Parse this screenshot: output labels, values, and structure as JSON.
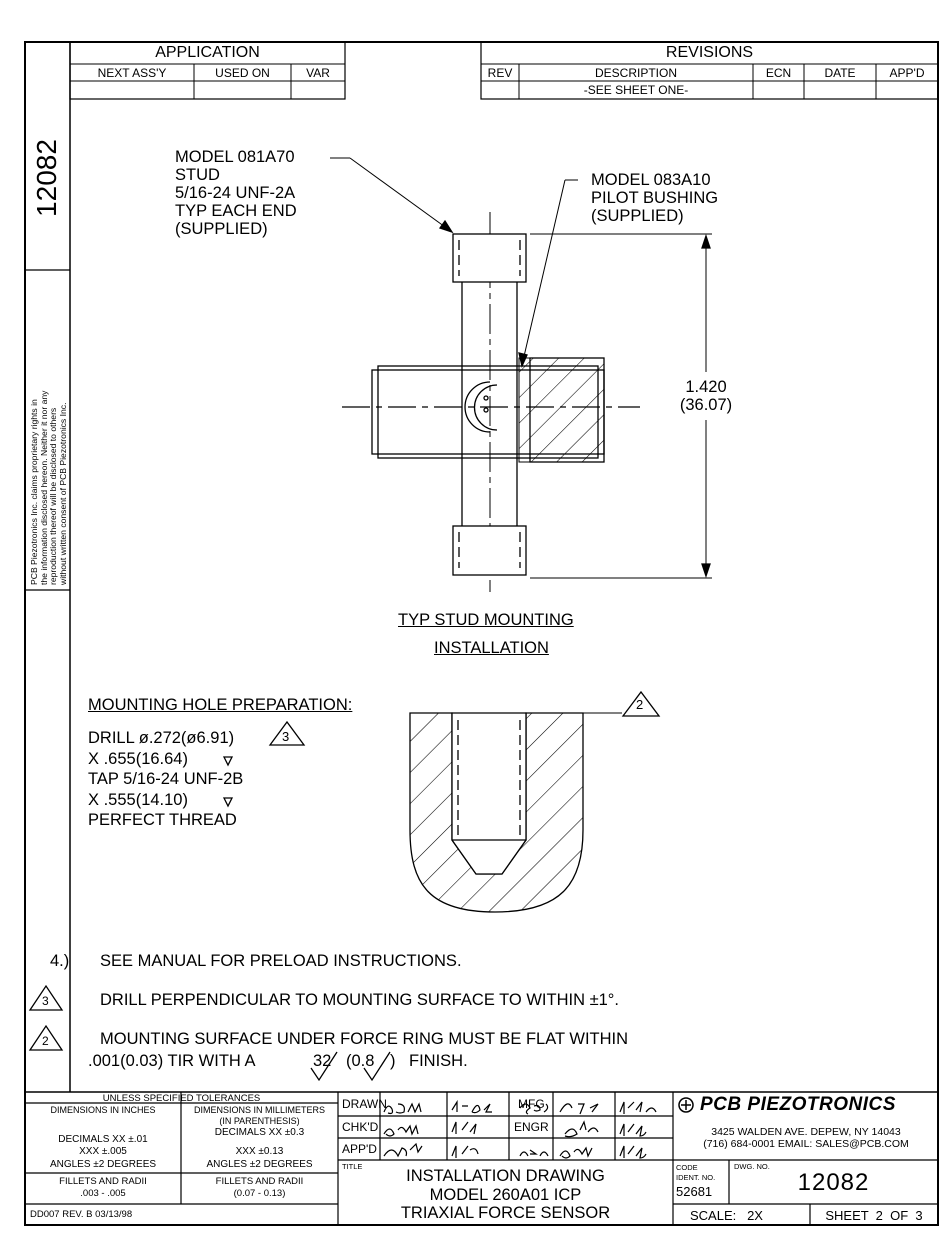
{
  "side_number": "12082",
  "proprietary_note": [
    "PCB Piezotronics Inc. claims proprietary rights in",
    "the information disclosed hereon. Neither it nor any",
    "reproduction thereof will be disclosed to others",
    "without written consent of PCB Piezotronics Inc."
  ],
  "application": {
    "title": "APPLICATION",
    "columns": [
      "NEXT ASS'Y",
      "USED ON",
      "VAR"
    ]
  },
  "revisions": {
    "title": "REVISIONS",
    "columns": [
      "REV",
      "DESCRIPTION",
      "ECN",
      "DATE",
      "APP'D"
    ],
    "row": "-SEE SHEET ONE-"
  },
  "callouts": {
    "stud": [
      "MODEL 081A70",
      "STUD",
      "5/16-24 UNF-2A",
      "TYP EACH END",
      "(SUPPLIED)"
    ],
    "bushing": [
      "MODEL 083A10",
      "PILOT BUSHING",
      "(SUPPLIED)"
    ],
    "dimension": [
      "1.420",
      "(36.07)"
    ]
  },
  "caption": [
    "TYP STUD MOUNTING",
    "INSTALLATION"
  ],
  "hole_prep": {
    "title": "MOUNTING HOLE PREPARATION:",
    "lines": [
      "DRILL ø.272(ø6.91)",
      "X .655(16.64)",
      "TAP 5/16-24 UNF-2B",
      "X .555(14.10)",
      "PERFECT THREAD"
    ],
    "drill_flag": "3",
    "surface_flag": "2"
  },
  "notes": {
    "n4_num": "4.)",
    "n4": "SEE MANUAL FOR PRELOAD INSTRUCTIONS.",
    "n3_flag": "3",
    "n3": "DRILL PERPENDICULAR TO MOUNTING SURFACE TO WITHIN ±1°.",
    "n2_flag": "2",
    "n2_line1": "MOUNTING SURFACE UNDER FORCE RING MUST BE FLAT WITHIN",
    "n2_line2a": ".001(0.03) TIR WITH A",
    "n2_rough1": "32",
    "n2_rough2": "(0.8",
    "n2_rough2_close": ")",
    "n2_finish": "FINISH."
  },
  "tolerances": {
    "title": "UNLESS SPECIFIED TOLERANCES",
    "inch_head": "DIMENSIONS IN INCHES",
    "mm_head_1": "DIMENSIONS IN MILLIMETERS",
    "mm_head_2": "(IN PARENTHESIS)",
    "inch_dec1": "DECIMALS   XX ±.01",
    "inch_dec2": "XXX ±.005",
    "inch_ang": "ANGLES ±2 DEGREES",
    "mm_dec1": "DECIMALS   XX ±0.3",
    "mm_dec2": "XXX ±0.13",
    "mm_ang": "ANGLES ±2 DEGREES",
    "inch_fil1": "FILLETS AND RADII",
    "inch_fil2": ".003 - .005",
    "mm_fil1": "FILLETS AND RADII",
    "mm_fil2": "(0.07 - 0.13)",
    "form_rev": "DD007 REV. B 03/13/98"
  },
  "signoff": {
    "drawn": "DRAWN",
    "chkd": "CHK'D",
    "appd": "APP'D",
    "mfg": "MFG",
    "engr": "ENGR",
    "title_label": "TITLE"
  },
  "title_block": {
    "title": [
      "INSTALLATION DRAWING",
      "MODEL 260A01 ICP",
      "TRIAXIAL FORCE SENSOR"
    ],
    "company": "PCB PIEZOTRONICS",
    "address": "3425 WALDEN AVE. DEPEW, NY 14043",
    "contact": "(716) 684-0001 EMAIL: SALES@PCB.COM",
    "code_label": "CODE",
    "ident_label_1": "IDENT. NO.",
    "code_ident": "52681",
    "dwg_label": "DWG. NO.",
    "dwg_no": "12082",
    "scale": "SCALE:   2X",
    "sheet": "SHEET  2  OF  3"
  }
}
